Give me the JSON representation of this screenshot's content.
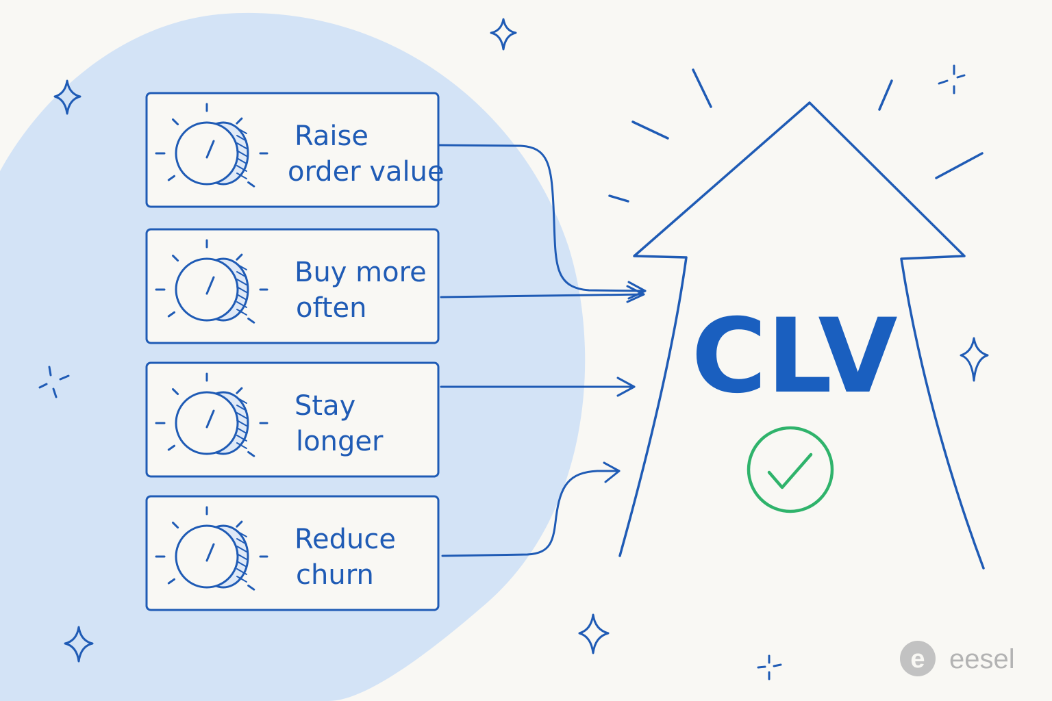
{
  "levers": [
    {
      "line1": "Raise",
      "line2": "order value"
    },
    {
      "line1": "Buy more",
      "line2": "often"
    },
    {
      "line1": "Stay",
      "line2": "longer"
    },
    {
      "line1": "Reduce",
      "line2": "churn"
    }
  ],
  "result": {
    "label": "CLV",
    "status_icon": "check-circle-icon"
  },
  "brand": {
    "name": "eesel",
    "logo_letter": "e"
  },
  "colors": {
    "ink": "#1f5bb5",
    "blob": "#d3e3f6",
    "background": "#f9f8f4",
    "check": "#2fb36b",
    "brand_gray": "#b3b3b3"
  }
}
